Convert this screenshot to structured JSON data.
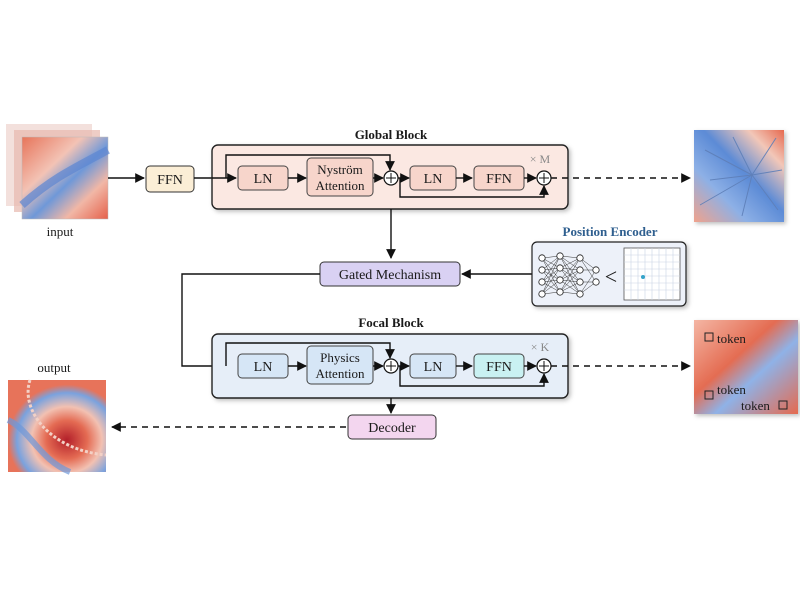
{
  "input": {
    "label": "input"
  },
  "output": {
    "label": "output"
  },
  "ffn_in": "FFN",
  "global_block": {
    "title": "Global Block",
    "ln1": "LN",
    "attn_line1": "Nyström",
    "attn_line2": "Attention",
    "ln2": "LN",
    "ffn": "FFN",
    "repeat": "× M"
  },
  "focal_block": {
    "title": "Focal Block",
    "ln1": "LN",
    "attn_line1": "Physics",
    "attn_line2": "Attention",
    "ln2": "LN",
    "ffn": "FFN",
    "repeat": "× K"
  },
  "gated": "Gated  Mechanism",
  "decoder": "Decoder",
  "position_encoder": {
    "title": "Position Encoder",
    "symbol": "<"
  },
  "tokens": [
    "token",
    "token",
    "token"
  ],
  "colors": {
    "global_bg": "#fbe8e2",
    "focal_bg": "#e6eef8",
    "gated_fill": "#d9d1f3",
    "decoder_fill": "#f3d6ef",
    "ffn_in_fill": "#fbeed6",
    "pos_title": "#2f5f8f"
  }
}
